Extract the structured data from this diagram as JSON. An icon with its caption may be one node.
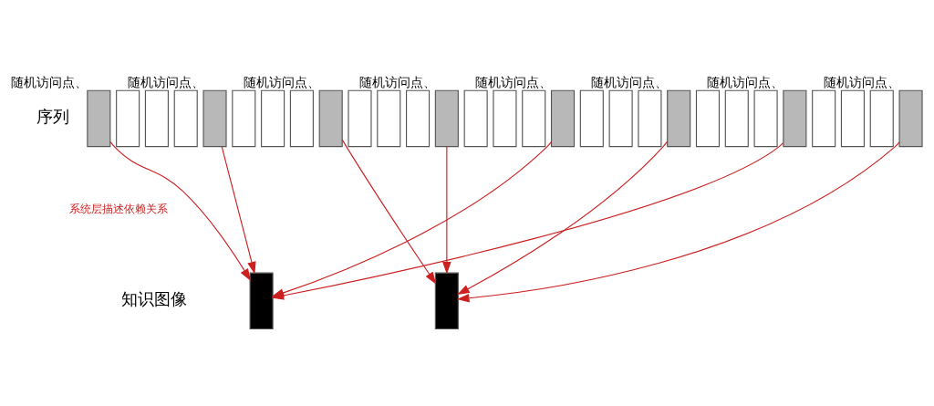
{
  "diagram": {
    "nodes": [
      {
        "text": [],
        "shape": "box",
        "beside": [
          "随机访问点、"
        ]
      },
      {
        "text": [],
        "shape": "box"
      },
      {
        "text": [],
        "shape": "box"
      },
      {
        "text": [],
        "shape": "box"
      },
      {
        "text": [],
        "shape": "box",
        "beside": [
          "随机访问点、"
        ]
      },
      {
        "text": [],
        "shape": "box"
      },
      {
        "text": [],
        "shape": "box"
      },
      {
        "text": [],
        "shape": "box"
      },
      {
        "text": [],
        "shape": "box",
        "beside": [
          "随机访问点、"
        ]
      },
      {
        "text": [],
        "shape": "box"
      },
      {
        "text": [],
        "shape": "box"
      },
      {
        "text": [],
        "shape": "box"
      },
      {
        "text": [],
        "shape": "box",
        "beside": [
          "随机访问点、"
        ]
      },
      {
        "text": [],
        "shape": "box"
      },
      {
        "text": [],
        "shape": "box"
      },
      {
        "text": [],
        "shape": "box"
      },
      {
        "text": [],
        "shape": "box",
        "beside": [
          "随机访问点、"
        ]
      },
      {
        "text": [],
        "shape": "box"
      },
      {
        "text": [],
        "shape": "box"
      },
      {
        "text": [],
        "shape": "box"
      },
      {
        "text": [],
        "shape": "box",
        "beside": [
          "随机访问点、"
        ]
      },
      {
        "text": [],
        "shape": "box"
      },
      {
        "text": [],
        "shape": "box"
      },
      {
        "text": [],
        "shape": "box"
      },
      {
        "text": [],
        "shape": "box",
        "beside": [
          "随机访问点、"
        ]
      },
      {
        "text": [],
        "shape": "box"
      },
      {
        "text": [],
        "shape": "box"
      },
      {
        "text": [],
        "shape": "box"
      },
      {
        "text": [],
        "shape": "box",
        "beside": [
          "随机访问点、"
        ]
      },
      {
        "text": [],
        "shape": "box"
      },
      {
        "text": [],
        "shape": "box"
      }
    ],
    "edges": [
      {
        "from": 0,
        "to": 29,
        "arrow": "to"
      },
      {
        "from": 4,
        "to": 29,
        "arrow": "to"
      },
      {
        "from": 16,
        "to": 29,
        "arrow": "to"
      },
      {
        "from": 24,
        "to": 29,
        "arrow": "to"
      },
      {
        "from": 8,
        "to": 30,
        "arrow": "to"
      },
      {
        "from": 12,
        "to": 30,
        "arrow": "to"
      },
      {
        "from": 20,
        "to": 30,
        "arrow": "to"
      },
      {
        "from": 28,
        "to": 30,
        "arrow": "to"
      }
    ],
    "labels": [
      "序列",
      "系统层描述依赖关系",
      "知识图像"
    ]
  }
}
